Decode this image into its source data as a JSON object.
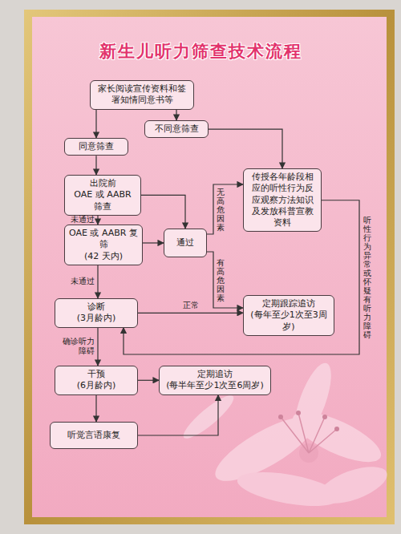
{
  "diagram": {
    "title": "新生儿听力筛查技术流程",
    "nodes": [
      {
        "text": [
          "家长阅读宣传资料和签署知情同意书等"
        ]
      },
      {
        "text": [
          "同意筛查"
        ]
      },
      {
        "text": [
          "不同意筛查"
        ]
      },
      {
        "text": [
          "出院前",
          "OAE 或 AABR 筛查"
        ]
      },
      {
        "text": [
          "OAE 或 AABR 复筛",
          "(42 天内)"
        ]
      },
      {
        "text": [
          "通过"
        ]
      },
      {
        "text": [
          "传授各年龄段相应的听性行为反应观察方法知识及发放科普宣教资料"
        ]
      },
      {
        "text": [
          "诊断",
          "(3月龄内)"
        ]
      },
      {
        "text": [
          "定期跟踪追访",
          "(每年至少1次至3周岁)"
        ]
      },
      {
        "text": [
          "干预",
          "(6月龄内)"
        ]
      },
      {
        "text": [
          "定期追访",
          "(每半年至少1次至6周岁)"
        ]
      },
      {
        "text": [
          "听觉言语康复"
        ]
      }
    ],
    "edges": [
      {
        "from": 0,
        "to": 1,
        "arrow": "to"
      },
      {
        "from": 0,
        "to": 2,
        "arrow": "to"
      },
      {
        "from": 2,
        "to": 6,
        "arrow": "to"
      },
      {
        "from": 1,
        "to": 3,
        "arrow": "to"
      },
      {
        "from": 3,
        "to": 4,
        "label": "未通过",
        "arrow": "to"
      },
      {
        "from": 3,
        "to": 5,
        "arrow": "to"
      },
      {
        "from": 4,
        "to": 5,
        "arrow": "to"
      },
      {
        "from": 4,
        "to": 7,
        "label": "未通过",
        "arrow": "to"
      },
      {
        "from": 5,
        "to": 6,
        "label": "无高危因素",
        "arrow": "to"
      },
      {
        "from": 5,
        "to": 8,
        "label": "有高危因素",
        "arrow": "to"
      },
      {
        "from": 7,
        "to": 8,
        "label": "正常",
        "arrow": "to"
      },
      {
        "from": 6,
        "to": 7,
        "label": "听性行为异常或怀疑有听力障碍",
        "arrow": "to"
      },
      {
        "from": 7,
        "to": 9,
        "label": "确诊听力障碍",
        "arrow": "to"
      },
      {
        "from": 9,
        "to": 11,
        "arrow": "to"
      },
      {
        "from": 9,
        "to": 10,
        "arrow": "to"
      },
      {
        "from": 11,
        "to": 10,
        "arrow": "to"
      }
    ]
  }
}
